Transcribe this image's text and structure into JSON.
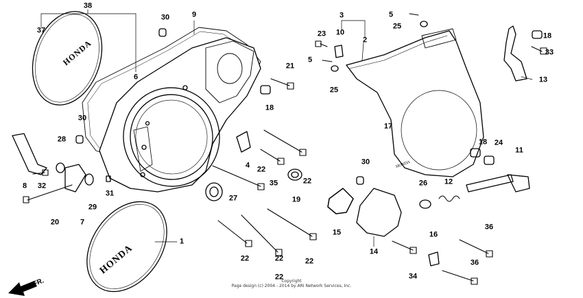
{
  "watermark": {
    "line1": "Copyright",
    "line2": "Page design (c) 2004 - 2014 by ARI Network Services, Inc."
  },
  "direction_marker": "FR.",
  "parts": {
    "p1": "1",
    "p2": "2",
    "p3": "3",
    "p4": "4",
    "p5": "5",
    "p6": "6",
    "p7": "7",
    "p8": "8",
    "p9": "9",
    "p10": "10",
    "p11": "11",
    "p12": "12",
    "p13": "13",
    "p14": "14",
    "p15": "15",
    "p16": "16",
    "p17": "17",
    "p18": "18",
    "p19": "19",
    "p20": "20",
    "p21": "21",
    "p22": "22",
    "p23": "23",
    "p24": "24",
    "p25": "25",
    "p26": "26",
    "p27": "27",
    "p28": "28",
    "p29": "29",
    "p30": "30",
    "p31": "31",
    "p32": "32",
    "p33": "33",
    "p34": "34",
    "p35": "35",
    "p36": "36",
    "p37": "37",
    "p38": "38"
  },
  "emblem_text": {
    "cover_left": "HONDA",
    "cover_bottom": "HONDA",
    "cover_right": "HONDA"
  }
}
